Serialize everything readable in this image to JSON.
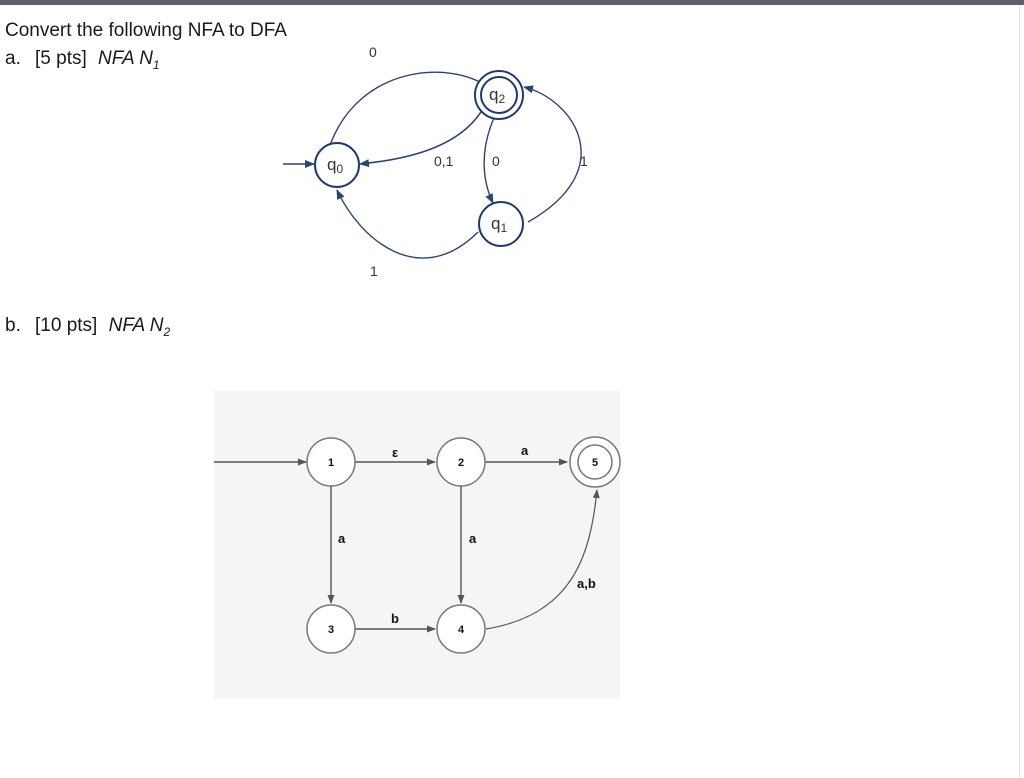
{
  "heading": "Convert the following NFA to DFA",
  "part_a": {
    "letter": "a.",
    "points": "[5 pts]",
    "label": "NFA N",
    "subscript": "1"
  },
  "part_b": {
    "letter": "b.",
    "points": "[10 pts]",
    "label": "NFA N",
    "subscript": "2"
  },
  "nfa1": {
    "states": {
      "q0": "q",
      "q0_sub": "0",
      "q1": "q",
      "q1_sub": "1",
      "q2": "q",
      "q2_sub": "2"
    },
    "transitions": {
      "q0_q2": "0",
      "q2_q0": "0,1",
      "q2_q1": "0",
      "q1_q2": "1",
      "q1_q0": "1"
    },
    "start_state": "q0",
    "accept_states": [
      "q2"
    ],
    "colors": {
      "node_stroke": "#1f3a6b",
      "edge": "#2e4470"
    }
  },
  "nfa2": {
    "states": {
      "s1": "1",
      "s2": "2",
      "s3": "3",
      "s4": "4",
      "s5": "5"
    },
    "transitions": {
      "s1_s2": "ε",
      "s2_s5": "a",
      "s1_s3": "a",
      "s2_s4": "a",
      "s3_s4": "b",
      "s4_s5": "a,b"
    },
    "start_state": "1",
    "accept_states": [
      "5"
    ],
    "colors": {
      "background": "#f5f5f5",
      "node_fill": "#ffffff",
      "node_stroke": "#777777",
      "edge": "#555555"
    }
  }
}
